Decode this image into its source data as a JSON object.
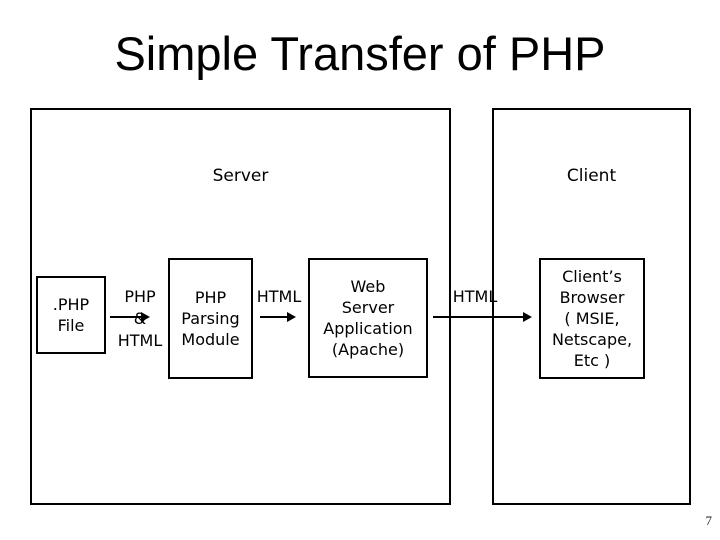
{
  "slide": {
    "title": "Simple Transfer of PHP",
    "page_number": "7"
  },
  "colors": {
    "background": "#ffffff",
    "text": "#000000",
    "line": "#000000"
  },
  "diagram": {
    "server_container": {
      "label": "Server"
    },
    "client_container": {
      "label": "Client"
    },
    "php_file_box": {
      "lines": [
        ".PHP",
        "File"
      ]
    },
    "flow_php_html": {
      "lines": [
        "PHP",
        "&",
        "HTML"
      ]
    },
    "parsing_box": {
      "lines": [
        "PHP",
        "Parsing",
        "Module"
      ]
    },
    "flow_html_to_webserver": {
      "label": "HTML"
    },
    "web_server_box": {
      "lines": [
        "Web",
        "Server",
        "Application",
        "(Apache)"
      ]
    },
    "flow_html_to_client": {
      "label": "HTML"
    },
    "browser_box": {
      "lines": [
        "Client’s",
        "Browser",
        "( MSIE,",
        "Netscape,",
        "Etc )"
      ]
    }
  }
}
